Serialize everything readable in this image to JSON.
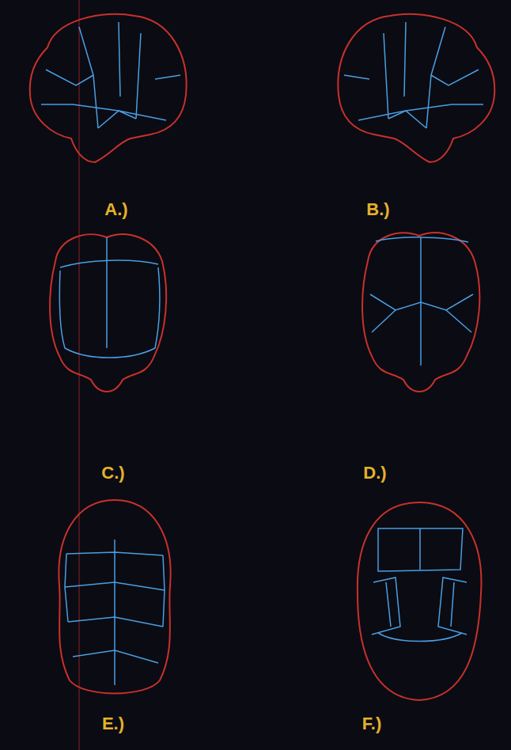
{
  "diagram": {
    "labels": [
      "A.)",
      "B.)",
      "C.)",
      "D.)",
      "E.)",
      "F.)"
    ]
  }
}
